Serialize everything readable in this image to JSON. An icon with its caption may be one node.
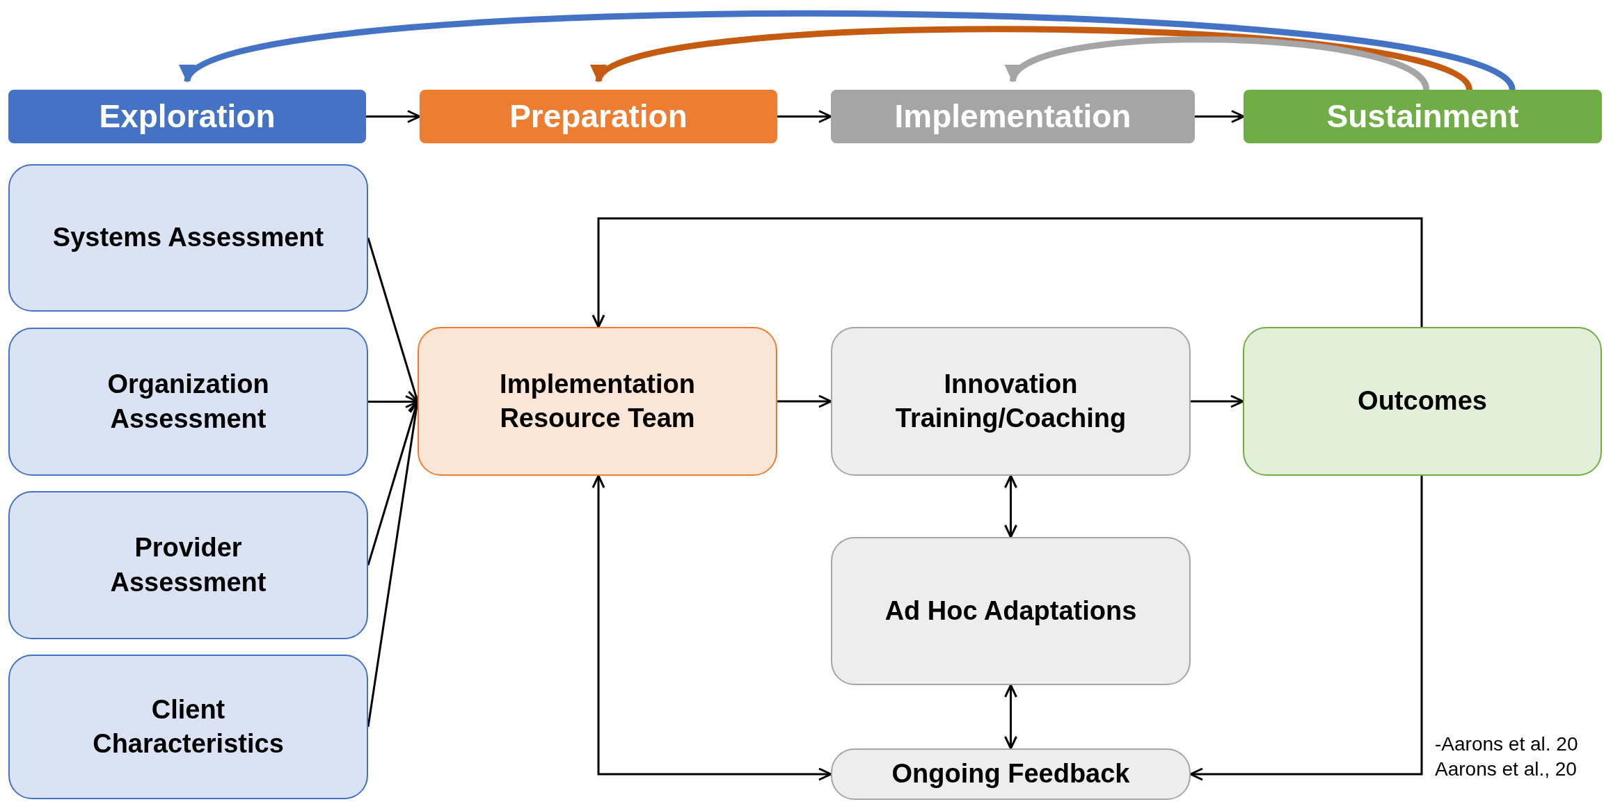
{
  "diagram": {
    "nodes": [
      {
        "text": [
          "Exploration"
        ]
      },
      {
        "text": [
          "Preparation"
        ]
      },
      {
        "text": [
          "Implementation"
        ]
      },
      {
        "text": [
          "Sustainment"
        ]
      },
      {
        "text": [
          "Systems Assessment"
        ]
      },
      {
        "text": [
          "Organization Assessment"
        ]
      },
      {
        "text": [
          "Provider Assessment"
        ]
      },
      {
        "text": [
          "Client Characteristics"
        ]
      },
      {
        "text": [
          "Implementation Resource Team"
        ]
      },
      {
        "text": [
          "Innovation Training/Coaching"
        ]
      },
      {
        "text": [
          "Outcomes"
        ]
      },
      {
        "text": [
          "Ad Hoc Adaptations"
        ]
      },
      {
        "text": [
          "Ongoing Feedback"
        ]
      }
    ],
    "edges": [
      {
        "from": 0,
        "to": 1,
        "arrow": "to"
      },
      {
        "from": 1,
        "to": 2,
        "arrow": "to"
      },
      {
        "from": 2,
        "to": 3,
        "arrow": "to"
      },
      {
        "from": 3,
        "to": 0,
        "arrow": "to",
        "style": "thick",
        "color": "#4472c4"
      },
      {
        "from": 3,
        "to": 1,
        "arrow": "to",
        "style": "thick",
        "color": "#c55a11"
      },
      {
        "from": 3,
        "to": 2,
        "arrow": "to",
        "style": "thick",
        "color": "#a5a5a5"
      },
      {
        "from": 4,
        "to": 8,
        "arrow": "to"
      },
      {
        "from": 5,
        "to": 8,
        "arrow": "to"
      },
      {
        "from": 6,
        "to": 8,
        "arrow": "to"
      },
      {
        "from": 7,
        "to": 8,
        "arrow": "to"
      },
      {
        "from": 8,
        "to": 9,
        "arrow": "to"
      },
      {
        "from": 9,
        "to": 10,
        "arrow": "to"
      },
      {
        "from": 9,
        "to": 11,
        "arrow": "both"
      },
      {
        "from": 11,
        "to": 12,
        "arrow": "both"
      },
      {
        "from": 10,
        "to": 12,
        "arrow": "to"
      },
      {
        "from": 12,
        "to": 8,
        "arrow": "both"
      },
      {
        "from": 10,
        "to": 8,
        "arrow": "to"
      }
    ],
    "labels": [
      "-Aarons et al. 20",
      "Aarons et al., 20"
    ]
  }
}
